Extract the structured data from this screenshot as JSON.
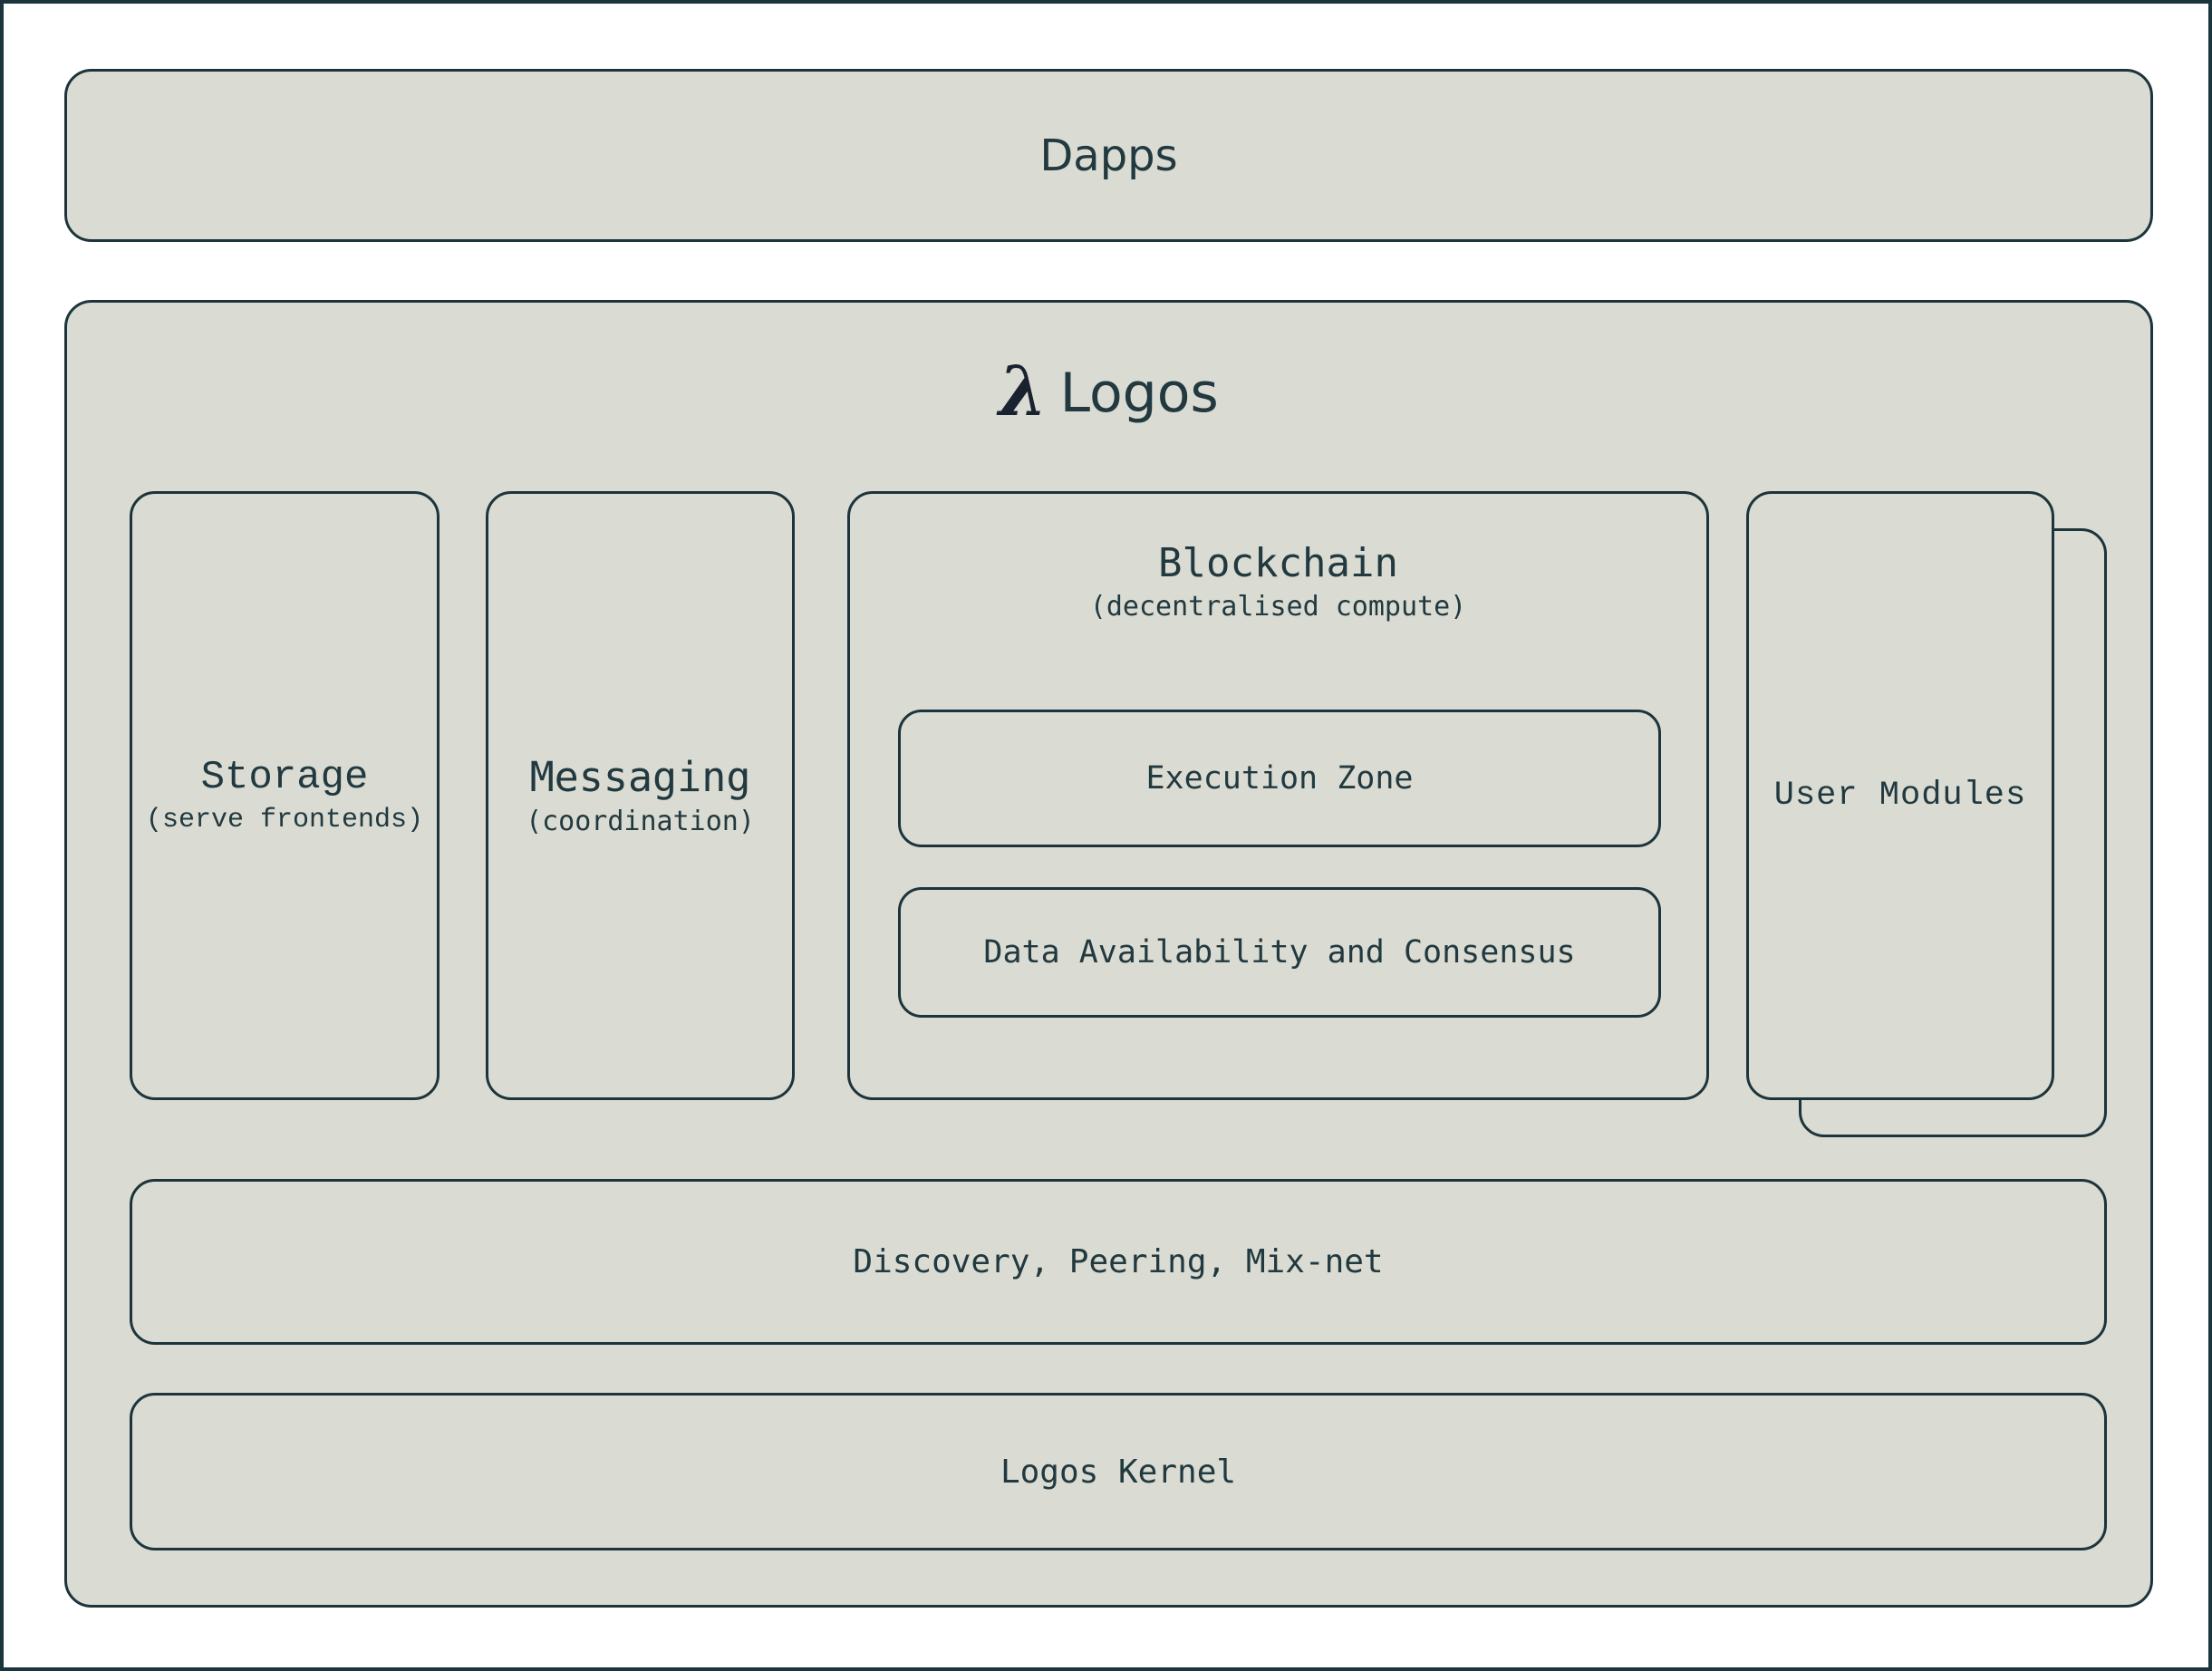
{
  "colors": {
    "canvas_bg": "#ffffff",
    "box_fill": "#dadbd2",
    "border": "#1c343c",
    "text": "#21393f",
    "lambda": "#1a2230"
  },
  "dapps": {
    "label": "Dapps"
  },
  "logos": {
    "lambda": "λ",
    "title": "Logos",
    "storage": {
      "title": "Storage",
      "subtitle": "(serve frontends)"
    },
    "messaging": {
      "title": "Messaging",
      "subtitle": "(coordination)"
    },
    "blockchain": {
      "title": "Blockchain",
      "subtitle": "(decentralised compute)",
      "execution_zone": {
        "label": "Execution Zone"
      },
      "data_availability": {
        "label": "Data Availability and Consensus"
      }
    },
    "user_modules": {
      "label": "User Modules"
    },
    "discovery": {
      "label": "Discovery, Peering, Mix-net"
    },
    "kernel": {
      "label": "Logos Kernel"
    }
  }
}
